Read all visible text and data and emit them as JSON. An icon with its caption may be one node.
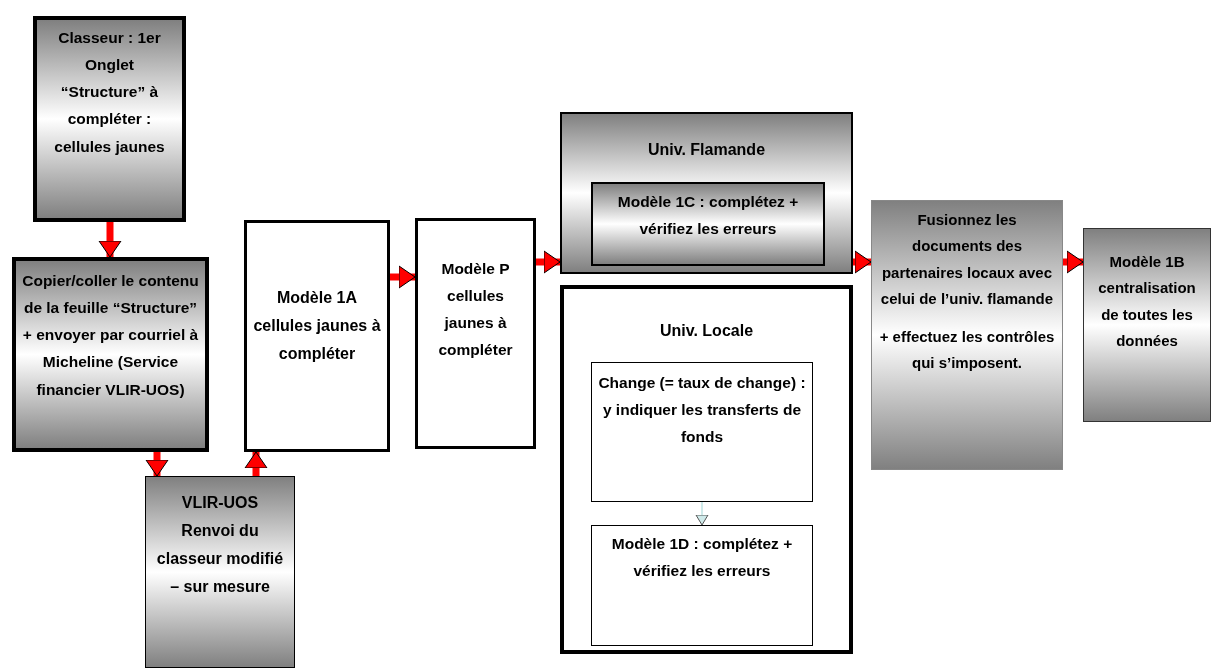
{
  "diagram": {
    "nodes": [
      {
        "text": [
          "Classeur : 1er Onglet “Structure” à compléter : cellules jaunes"
        ]
      },
      {
        "text": [
          "Copier/coller le contenu de la feuille “Structure” + envoyer par courriel à Micheline (Service financier VLIR-UOS)"
        ]
      },
      {
        "text": [
          "VLIR-UOS Renvoi du classeur modifié – sur mesure"
        ]
      },
      {
        "text": [
          "Modèle 1A cellules jaunes à compléter"
        ]
      },
      {
        "text": [
          "Modèle P cellules jaunes à compléter"
        ]
      },
      {
        "text": [
          "Univ. Flamande"
        ]
      },
      {
        "text": [
          "Modèle 1C : complétez + vérifiez les erreurs"
        ],
        "in": 5
      },
      {
        "text": [
          "Univ. Locale"
        ]
      },
      {
        "text": [
          "Change (= taux de change) : y indiquer les transferts de fonds"
        ],
        "in": 7
      },
      {
        "text": [
          "Modèle 1D : complétez + vérifiez les erreurs"
        ],
        "in": 7
      },
      {
        "text": [
          "Fusionnez les documents des partenaires locaux avec celui de l’univ. flamande",
          "+ effectuez les contrôles qui s’imposent."
        ]
      },
      {
        "text": [
          "Modèle 1B centralisation de toutes les données"
        ]
      }
    ],
    "edges": [
      {
        "from": 0,
        "to": 1,
        "arrow": "to"
      },
      {
        "from": 1,
        "to": 2,
        "arrow": "to"
      },
      {
        "from": 2,
        "to": 3,
        "arrow": "to"
      },
      {
        "from": 3,
        "to": 4,
        "arrow": "to"
      },
      {
        "from": 4,
        "to": 5,
        "arrow": "to"
      },
      {
        "from": 5,
        "to": 10,
        "arrow": "to"
      },
      {
        "from": 10,
        "to": 11,
        "arrow": "to"
      },
      {
        "from": 8,
        "to": 9,
        "arrow": "to",
        "color": "#cfeaea"
      }
    ]
  }
}
